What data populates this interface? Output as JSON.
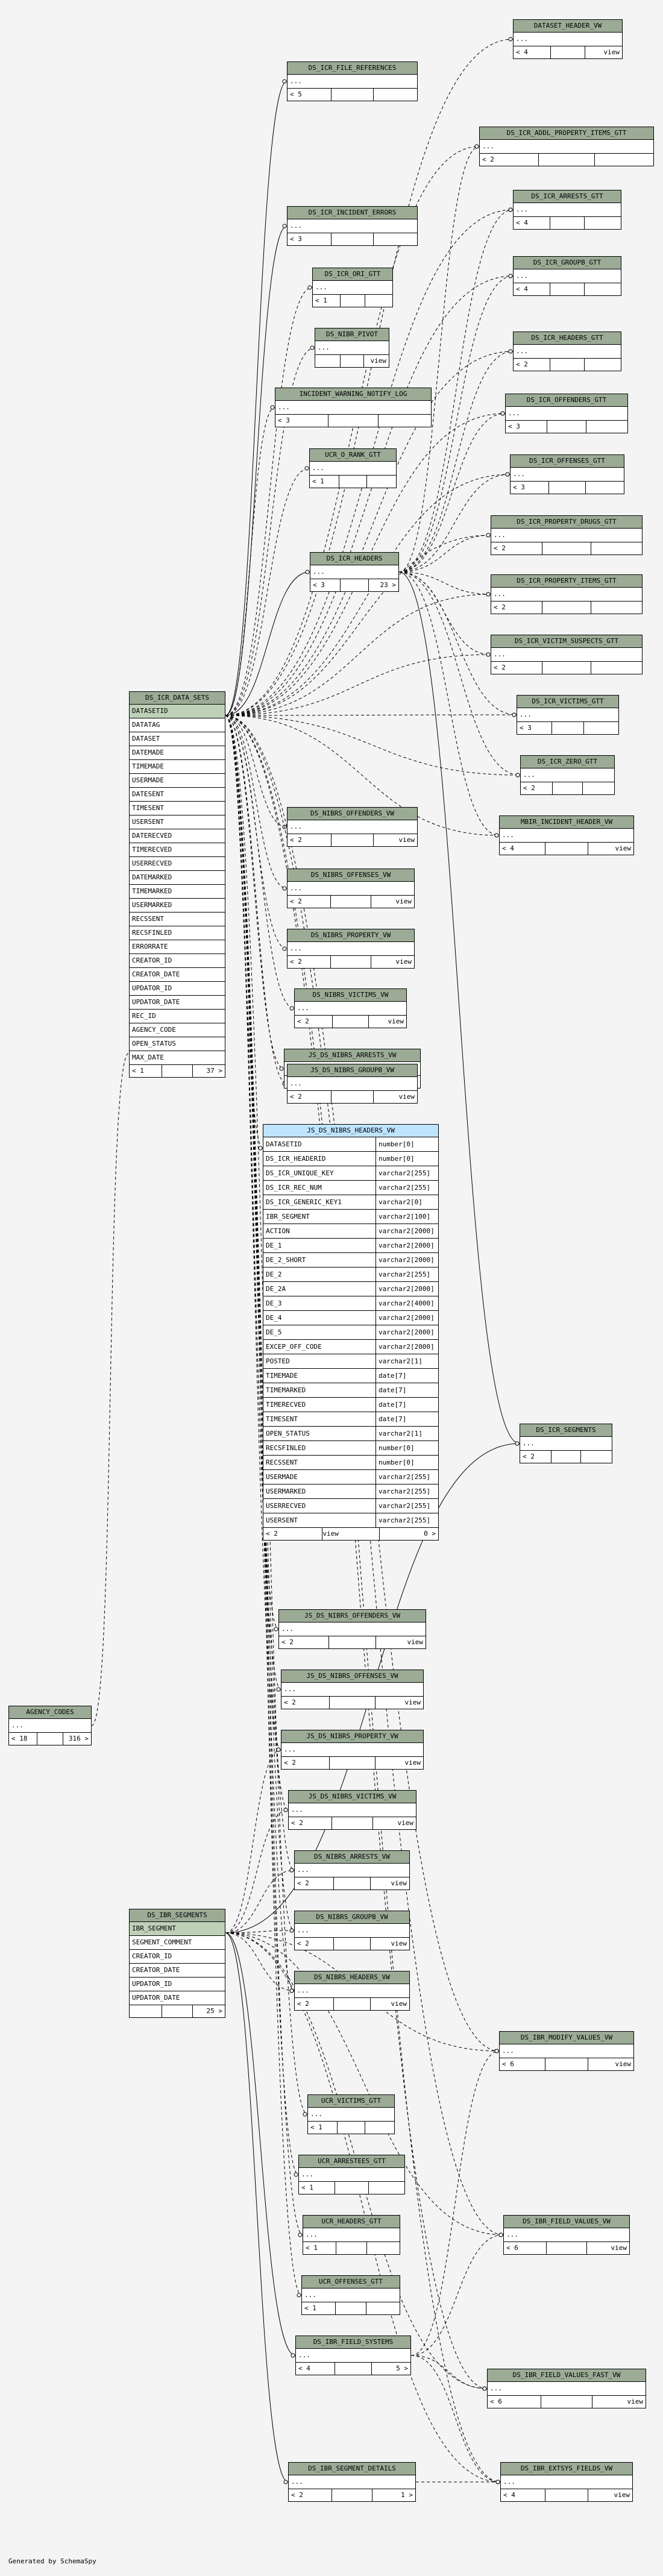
{
  "footer": "Generated by SchemaSpy",
  "tables": {
    "dataset_header_vw": {
      "name": "DATASET_HEADER_VW",
      "rows": [
        "..."
      ],
      "sum": [
        "< 4",
        "",
        "view"
      ]
    },
    "ds_icr_file_references": {
      "name": "DS_ICR_FILE_REFERENCES",
      "rows": [
        "..."
      ],
      "sum": [
        "< 5",
        "",
        ""
      ]
    },
    "ds_icr_addl_property_items_gtt": {
      "name": "DS_ICR_ADDL_PROPERTY_ITEMS_GTT",
      "rows": [
        "..."
      ],
      "sum": [
        "< 2",
        "",
        ""
      ]
    },
    "ds_icr_arrests_gtt": {
      "name": "DS_ICR_ARRESTS_GTT",
      "rows": [
        "..."
      ],
      "sum": [
        "< 4",
        "",
        ""
      ]
    },
    "ds_icr_incident_errors": {
      "name": "DS_ICR_INCIDENT_ERRORS",
      "rows": [
        "..."
      ],
      "sum": [
        "< 3",
        "",
        ""
      ]
    },
    "ds_icr_groupb_gtt": {
      "name": "DS_ICR_GROUPB_GTT",
      "rows": [
        "..."
      ],
      "sum": [
        "< 4",
        "",
        ""
      ]
    },
    "ds_icr_ori_gtt": {
      "name": "DS_ICR_ORI_GTT",
      "rows": [
        "..."
      ],
      "sum": [
        "< 1",
        "",
        ""
      ]
    },
    "ds_icr_headers_gtt": {
      "name": "DS_ICR_HEADERS_GTT",
      "rows": [
        "..."
      ],
      "sum": [
        "< 2",
        "",
        ""
      ]
    },
    "ds_nibr_pivot": {
      "name": "DS_NIBR_PIVOT",
      "rows": [
        "..."
      ],
      "sum": [
        "",
        "",
        "view"
      ]
    },
    "incident_warning_notify_log": {
      "name": "INCIDENT_WARNING_NOTIFY_LOG",
      "rows": [
        "..."
      ],
      "sum": [
        "< 3",
        "",
        ""
      ]
    },
    "ds_icr_offenders_gtt": {
      "name": "DS_ICR_OFFENDERS_GTT",
      "rows": [
        "..."
      ],
      "sum": [
        "< 3",
        "",
        ""
      ]
    },
    "ucr_o_rank_gtt": {
      "name": "UCR_O_RANK_GTT",
      "rows": [
        "..."
      ],
      "sum": [
        "< 1",
        "",
        ""
      ]
    },
    "ds_icr_offenses_gtt": {
      "name": "DS_ICR_OFFENSES_GTT",
      "rows": [
        "..."
      ],
      "sum": [
        "< 3",
        "",
        ""
      ]
    },
    "ds_icr_property_drugs_gtt": {
      "name": "DS_ICR_PROPERTY_DRUGS_GTT",
      "rows": [
        "..."
      ],
      "sum": [
        "< 2",
        "",
        ""
      ]
    },
    "ds_icr_headers": {
      "name": "DS_ICR_HEADERS",
      "rows": [
        "..."
      ],
      "sum": [
        "< 3",
        "",
        "23 >"
      ]
    },
    "ds_icr_property_items_gtt": {
      "name": "DS_ICR_PROPERTY_ITEMS_GTT",
      "rows": [
        "..."
      ],
      "sum": [
        "< 2",
        "",
        ""
      ]
    },
    "ds_icr_victim_suspects_gtt": {
      "name": "DS_ICR_VICTIM_SUSPECTS_GTT",
      "rows": [
        "..."
      ],
      "sum": [
        "< 2",
        "",
        ""
      ]
    },
    "ds_icr_victims_gtt": {
      "name": "DS_ICR_VICTIMS_GTT",
      "rows": [
        "..."
      ],
      "sum": [
        "< 3",
        "",
        ""
      ]
    },
    "ds_icr_zero_gtt": {
      "name": "DS_ICR_ZERO_GTT",
      "rows": [
        "..."
      ],
      "sum": [
        "< 2",
        "",
        ""
      ]
    },
    "mbir_incident_header_vw": {
      "name": "MBIR_INCIDENT_HEADER_VW",
      "rows": [
        "..."
      ],
      "sum": [
        "< 4",
        "",
        "view"
      ]
    },
    "ds_icr_data_sets": {
      "name": "DS_ICR_DATA_SETS",
      "pk": "DATASETID",
      "rows": [
        "DATATAG",
        "DATASET",
        "DATEMADE",
        "TIMEMADE",
        "USERMADE",
        "DATESENT",
        "TIMESENT",
        "USERSENT",
        "DATERECVED",
        "TIMERECVED",
        "USERRECVED",
        "DATEMARKED",
        "TIMEMARKED",
        "USERMARKED",
        "RECSSENT",
        "RECSFINLED",
        "ERRORRATE",
        "CREATOR_ID",
        "CREATOR_DATE",
        "UPDATOR_ID",
        "UPDATOR_DATE",
        "REC_ID",
        "AGENCY_CODE",
        "OPEN_STATUS",
        "MAX_DATE"
      ],
      "sum": [
        "< 1",
        "",
        "37 >"
      ]
    },
    "ds_nibrs_offenders_vw": {
      "name": "DS_NIBRS_OFFENDERS_VW",
      "rows": [
        "..."
      ],
      "sum": [
        "< 2",
        "",
        "view"
      ]
    },
    "ds_nibrs_offenses_vw": {
      "name": "DS_NIBRS_OFFENSES_VW",
      "rows": [
        "..."
      ],
      "sum": [
        "< 2",
        "",
        "view"
      ]
    },
    "ds_nibrs_property_vw": {
      "name": "DS_NIBRS_PROPERTY_VW",
      "rows": [
        "..."
      ],
      "sum": [
        "< 2",
        "",
        "view"
      ]
    },
    "ds_nibrs_victims_vw": {
      "name": "DS_NIBRS_VICTIMS_VW",
      "rows": [
        "..."
      ],
      "sum": [
        "< 2",
        "",
        "view"
      ]
    },
    "js_ds_nibrs_arrests_vw": {
      "name": "JS_DS_NIBRS_ARRESTS_VW",
      "rows": [
        "..."
      ],
      "sum": [
        "< 2",
        "",
        "view"
      ]
    },
    "js_ds_nibrs_groupb_vw": {
      "name": "JS_DS_NIBRS_GROUPB_VW",
      "rows": [
        "..."
      ],
      "sum": [
        "< 2",
        "",
        "view"
      ]
    },
    "js_ds_nibrs_headers_vw": {
      "name": "JS_DS_NIBRS_HEADERS_VW",
      "cols": [
        [
          "DATASETID",
          "number[0]"
        ],
        [
          "DS_ICR_HEADERID",
          "number[0]"
        ],
        [
          "DS_ICR_UNIQUE_KEY",
          "varchar2[255]"
        ],
        [
          "DS_ICR_REC_NUM",
          "varchar2[255]"
        ],
        [
          "DS_ICR_GENERIC_KEY1",
          "varchar2[0]"
        ],
        [
          "IBR_SEGMENT",
          "varchar2[100]"
        ],
        [
          "ACTION",
          "varchar2[2000]"
        ],
        [
          "DE_1",
          "varchar2[2000]"
        ],
        [
          "DE_2_SHORT",
          "varchar2[2000]"
        ],
        [
          "DE_2",
          "varchar2[255]"
        ],
        [
          "DE_2A",
          "varchar2[2000]"
        ],
        [
          "DE_3",
          "varchar2[4000]"
        ],
        [
          "DE_4",
          "varchar2[2000]"
        ],
        [
          "DE_5",
          "varchar2[2000]"
        ],
        [
          "EXCEP_OFF_CODE",
          "varchar2[2000]"
        ],
        [
          "POSTED",
          "varchar2[1]"
        ],
        [
          "TIMEMADE",
          "date[7]"
        ],
        [
          "TIMEMARKED",
          "date[7]"
        ],
        [
          "TIMERECVED",
          "date[7]"
        ],
        [
          "TIMESENT",
          "date[7]"
        ],
        [
          "OPEN_STATUS",
          "varchar2[1]"
        ],
        [
          "RECSFINLED",
          "number[0]"
        ],
        [
          "RECSSENT",
          "number[0]"
        ],
        [
          "USERMADE",
          "varchar2[255]"
        ],
        [
          "USERMARKED",
          "varchar2[255]"
        ],
        [
          "USERRECVED",
          "varchar2[255]"
        ],
        [
          "USERSENT",
          "varchar2[255]"
        ]
      ],
      "sum": [
        "< 2",
        "view",
        "0 >"
      ]
    },
    "ds_icr_segments": {
      "name": "DS_ICR_SEGMENTS",
      "rows": [
        "..."
      ],
      "sum": [
        "< 2",
        "",
        ""
      ]
    },
    "js_ds_nibrs_offenders_vw": {
      "name": "JS_DS_NIBRS_OFFENDERS_VW",
      "rows": [
        "..."
      ],
      "sum": [
        "< 2",
        "",
        "view"
      ]
    },
    "agency_codes": {
      "name": "AGENCY_CODES",
      "rows": [
        "..."
      ],
      "sum": [
        "< 18",
        "",
        "316 >"
      ]
    },
    "js_ds_nibrs_offenses_vw": {
      "name": "JS_DS_NIBRS_OFFENSES_VW",
      "rows": [
        "..."
      ],
      "sum": [
        "< 2",
        "",
        "view"
      ]
    },
    "js_ds_nibrs_property_vw": {
      "name": "JS_DS_NIBRS_PROPERTY_VW",
      "rows": [
        "..."
      ],
      "sum": [
        "< 2",
        "",
        "view"
      ]
    },
    "js_ds_nibrs_victims_vw": {
      "name": "JS_DS_NIBRS_VICTIMS_VW",
      "rows": [
        "..."
      ],
      "sum": [
        "< 2",
        "",
        "view"
      ]
    },
    "ds_nibrs_arrests_vw": {
      "name": "DS_NIBRS_ARRESTS_VW",
      "rows": [
        "..."
      ],
      "sum": [
        "< 2",
        "",
        "view"
      ]
    },
    "ds_ibr_segments": {
      "name": "DS_IBR_SEGMENTS",
      "pk": "IBR_SEGMENT",
      "rows": [
        "SEGMENT_COMMENT",
        "CREATOR_ID",
        "CREATOR_DATE",
        "UPDATOR_ID",
        "UPDATOR_DATE"
      ],
      "sum": [
        "",
        "",
        "25 >"
      ]
    },
    "ds_nibrs_groupb_vw": {
      "name": "DS_NIBRS_GROUPB_VW",
      "rows": [
        "..."
      ],
      "sum": [
        "< 2",
        "",
        "view"
      ]
    },
    "ds_nibrs_headers_vw": {
      "name": "DS_NIBRS_HEADERS_VW",
      "rows": [
        "..."
      ],
      "sum": [
        "< 2",
        "",
        "view"
      ]
    },
    "ds_ibr_modify_values_vw": {
      "name": "DS_IBR_MODIFY_VALUES_VW",
      "rows": [
        "..."
      ],
      "sum": [
        "< 6",
        "",
        "view"
      ]
    },
    "ucr_victims_gtt": {
      "name": "UCR_VICTIMS_GTT",
      "rows": [
        "..."
      ],
      "sum": [
        "< 1",
        "",
        ""
      ]
    },
    "ucr_arrestees_gtt": {
      "name": "UCR_ARRESTEES_GTT",
      "rows": [
        "..."
      ],
      "sum": [
        "< 1",
        "",
        ""
      ]
    },
    "ucr_headers_gtt": {
      "name": "UCR_HEADERS_GTT",
      "rows": [
        "..."
      ],
      "sum": [
        "< 1",
        "",
        ""
      ]
    },
    "ds_ibr_field_values_vw": {
      "name": "DS_IBR_FIELD_VALUES_VW",
      "rows": [
        "..."
      ],
      "sum": [
        "< 6",
        "",
        "view"
      ]
    },
    "ucr_offenses_gtt": {
      "name": "UCR_OFFENSES_GTT",
      "rows": [
        "..."
      ],
      "sum": [
        "< 1",
        "",
        ""
      ]
    },
    "ds_ibr_field_systems": {
      "name": "DS_IBR_FIELD_SYSTEMS",
      "rows": [
        "..."
      ],
      "sum": [
        "< 4",
        "",
        "5 >"
      ]
    },
    "ds_ibr_field_values_fast_vw": {
      "name": "DS_IBR_FIELD_VALUES_FAST_VW",
      "rows": [
        "..."
      ],
      "sum": [
        "< 6",
        "",
        "view"
      ]
    },
    "ds_ibr_segment_details": {
      "name": "DS_IBR_SEGMENT_DETAILS",
      "rows": [
        "..."
      ],
      "sum": [
        "< 2",
        "",
        "1 >"
      ]
    },
    "ds_ibr_extsys_fields_vw": {
      "name": "DS_IBR_EXTSYS_FIELDS_VW",
      "rows": [
        "..."
      ],
      "sum": [
        "< 4",
        "",
        "view"
      ]
    }
  }
}
